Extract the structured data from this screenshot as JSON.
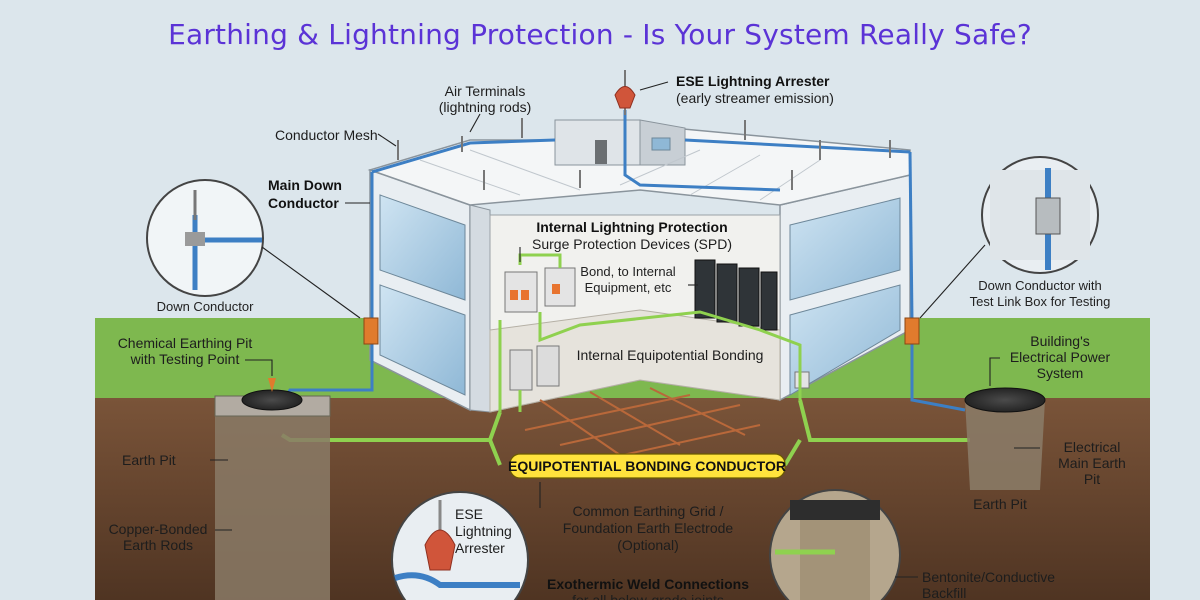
{
  "title": "Earthing & Lightning Protection - Is Your System Really Safe?",
  "labels": {
    "air_terminals_1": "Air Terminals",
    "air_terminals_2": "(lightning rods)",
    "ese_top_1": "ESE Lightning Arrester",
    "ese_top_2": "(early streamer emission)",
    "conductor_mesh": "Conductor Mesh",
    "main_down_1": "Main Down",
    "main_down_2": "Conductor",
    "down_conductor": "Down Conductor",
    "down_test_1": "Down Conductor with",
    "down_test_2": "Test Link Box for Testing",
    "internal_lp": "Internal Lightning Protection",
    "spd": "Surge Protection Devices (SPD)",
    "bond_1": "Bond, to Internal",
    "bond_2": "Equipment, etc",
    "internal_eq": "Internal Equipotential Bonding",
    "chem_pit_1": "Chemical Earthing Pit",
    "chem_pit_2": "with Testing Point",
    "building_power_1": "Building's",
    "building_power_2": "Electrical Power",
    "building_power_3": "System",
    "earth_pit_left": "Earth Pit",
    "elec_main_1": "Electrical",
    "elec_main_2": "Main Earth",
    "elec_main_3": "Pit",
    "earth_pit_right": "Earth Pit",
    "equipotential_conductor": "EQUIPOTENTIAL BONDING CONDUCTOR",
    "copper_rods_1": "Copper-Bonded",
    "copper_rods_2": "Earth Rods",
    "ese_inset_1": "ESE",
    "ese_inset_2": "Lightning",
    "ese_inset_3": "Arrester",
    "grid_1": "Common Earthing Grid /",
    "grid_2": "Foundation Earth Electrode",
    "grid_3": "(Optional)",
    "exo_1": "Exothermic Weld Connections",
    "exo_2": "for all below-grade joints",
    "bentonite_1": "Bentonite/Conductive",
    "bentonite_2": "Backfill"
  },
  "colors": {
    "title": "#5b33d6",
    "sky": "#dce6ec",
    "grass": "#7eb84f",
    "soil": "#6b4a33",
    "conductor": "#3d7fc4",
    "bonding": "#8fd14f",
    "copper": "#c8763a",
    "highlight": "#ffe33d"
  }
}
